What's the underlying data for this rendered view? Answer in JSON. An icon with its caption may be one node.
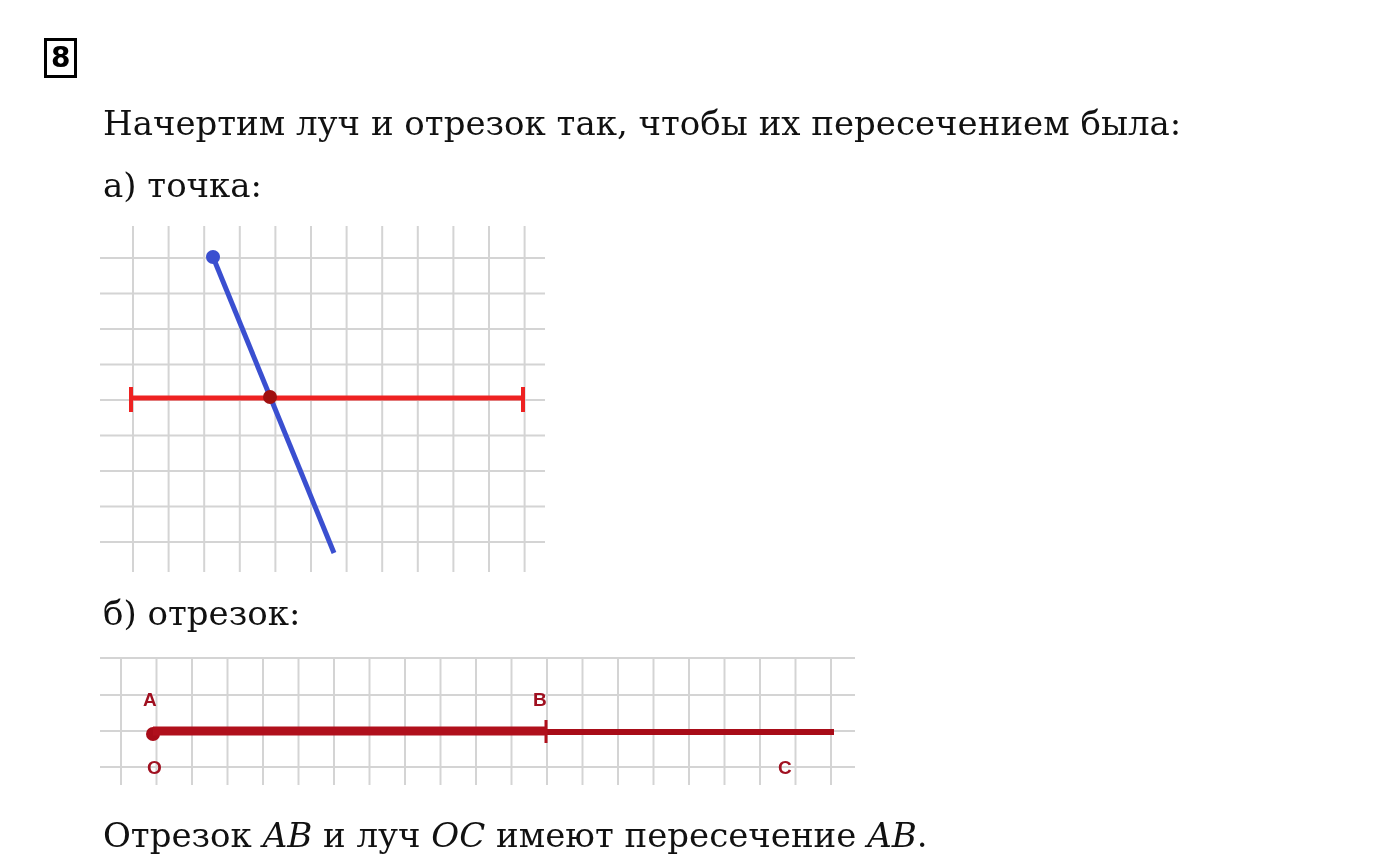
{
  "diagram": {
    "labels": [
      "8",
      "Начертим луч и отрезок так, чтобы их пересечением была:",
      "а) точка:",
      "б) отрезок:",
      "A",
      "B",
      "O",
      "C",
      "Отрезок *AB* и луч *OC* имеют пересечение *AB*."
    ]
  }
}
